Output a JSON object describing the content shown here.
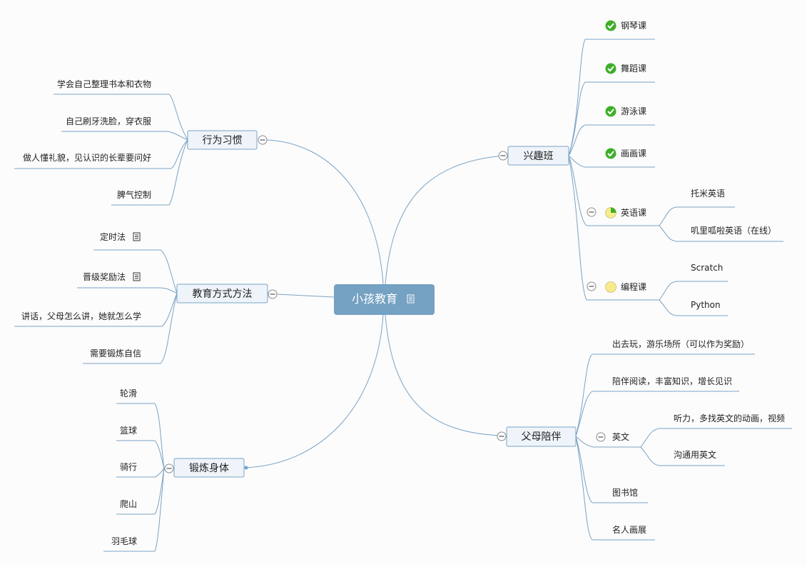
{
  "central": {
    "label": "小孩教育",
    "icon": "note-icon"
  },
  "branches": {
    "xingqu": {
      "label": "兴趣班",
      "items": [
        {
          "label": "钢琴课",
          "icon": "check-icon"
        },
        {
          "label": "舞蹈课",
          "icon": "check-icon"
        },
        {
          "label": "游泳课",
          "icon": "check-icon"
        },
        {
          "label": "画画课",
          "icon": "check-icon"
        },
        {
          "label": "英语课",
          "icon": "progress-icon",
          "progress": 0.25,
          "children": [
            {
              "label": "托米英语"
            },
            {
              "label": "叽里呱啦英语（在线）"
            }
          ]
        },
        {
          "label": "编程课",
          "icon": "progress-icon",
          "progress": 0,
          "children": [
            {
              "label": "Scratch"
            },
            {
              "label": "Python"
            }
          ]
        }
      ]
    },
    "fumu": {
      "label": "父母陪伴",
      "items": [
        {
          "label": "出去玩，游乐场所（可以作为奖励）"
        },
        {
          "label": "陪伴阅读，丰富知识，增长见识"
        },
        {
          "label": "英文",
          "children": [
            {
              "label": "听力，多找英文的动画，视频"
            },
            {
              "label": "沟通用英文"
            }
          ]
        },
        {
          "label": "图书馆"
        },
        {
          "label": "名人画展"
        }
      ]
    },
    "xingwei": {
      "label": "行为习惯",
      "items": [
        {
          "label": "学会自己整理书本和衣物"
        },
        {
          "label": "自己刷牙洗脸，穿衣服"
        },
        {
          "label": "做人懂礼貌，见认识的长辈要问好"
        },
        {
          "label": "脾气控制"
        }
      ]
    },
    "jiaoyu": {
      "label": "教育方式方法",
      "items": [
        {
          "label": "定时法",
          "icon": "note-icon"
        },
        {
          "label": "晋级奖励法",
          "icon": "note-icon"
        },
        {
          "label": "讲话，父母怎么讲，她就怎么学"
        },
        {
          "label": "需要锻炼自信"
        }
      ]
    },
    "duanlian": {
      "label": "锻炼身体",
      "items": [
        {
          "label": "轮滑"
        },
        {
          "label": "篮球"
        },
        {
          "label": "骑行"
        },
        {
          "label": "爬山"
        },
        {
          "label": "羽毛球"
        }
      ]
    }
  },
  "colors": {
    "central_fill": "#75a1c2",
    "branch_fill": "#eef4f9",
    "connector": "#7aa3c6",
    "check_green": "#3fae2a",
    "progress_yellow": "#f7eb8a"
  }
}
